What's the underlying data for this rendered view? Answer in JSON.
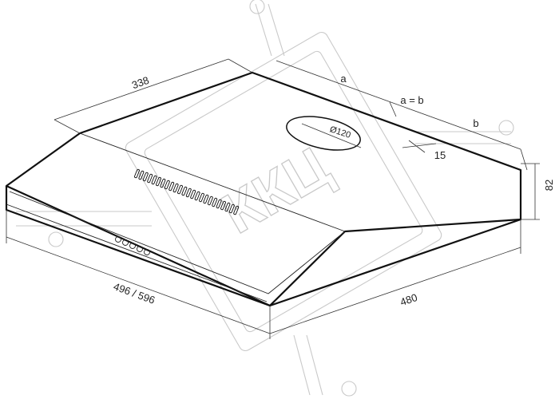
{
  "watermark": {
    "text": "ККЦ",
    "color": "#c9c9c9"
  },
  "dimensions": {
    "depth_top": "338",
    "width": "496 / 596",
    "depth_side": "480",
    "height": "82",
    "outlet_diameter": "Ø120",
    "offset": "15",
    "a_label": "a",
    "b_label": "b",
    "ab_label": "a = b"
  },
  "colors": {
    "outline": "#111111",
    "dimension": "#333333",
    "background": "#ffffff"
  },
  "icons": {
    "buttons": "control-buttons-icon",
    "grille": "vent-grille-icon"
  }
}
